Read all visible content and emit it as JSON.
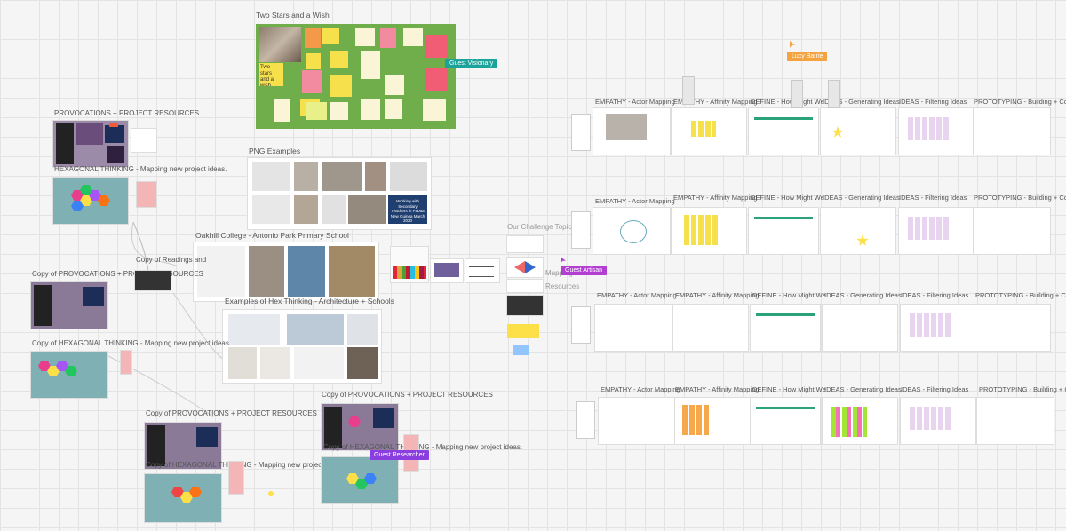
{
  "canvas": {
    "two_stars": {
      "title": "Two Stars and a Wish",
      "caption": "Two stars and a wish"
    },
    "png_examples": {
      "title": "PNG Examples",
      "caption": "Working with Secondary Teachers in Papua New Guinea March 2020"
    },
    "oakhill": {
      "title": "Oakhill College - Antonio Park Primary School"
    },
    "hex_thinking": {
      "title": "Examples of Hex Thinking - Architecture + Schools"
    },
    "left": {
      "provocations": "PROVOCATIONS + PROJECT RESOURCES",
      "hexagonal": "HEXAGONAL THINKING - Mapping new project ideas.",
      "copy_provocations_1": "Copy of PROVOCATIONS + PROJECT RESOURCES",
      "copy_hexagonal_1": "Copy of HEXAGONAL THINKING - Mapping new project ideas.",
      "copy_readings": "Copy of Readings and",
      "copy_provocations_2": "Copy of PROVOCATIONS + PROJECT RESOURCES",
      "copy_hexagonal_2": "Copy of HEXAGONAL THINKING - Mapping new project ideas.",
      "copy_provocations_3": "Copy of PROVOCATIONS + PROJECT RESOURCES",
      "copy_hexagonal_3": "Copy of HEXAGONAL THINKING - Mapping new project ideas."
    },
    "middle": {
      "challenge_topics": "Our Challenge Topics",
      "mapping_process": "Mapping Process",
      "resources": "Resources"
    },
    "rows": [
      {
        "empathy": "EMPATHY - Actor Mapping",
        "affinity": "EMPATHY - Affinity Mapping",
        "define": "DEFINE - How Might We",
        "ideas": "IDEAS - Generating Ideas",
        "filter": "IDEAS - Filtering Ideas",
        "proto": "PROTOTYPING - Building + Comm"
      },
      {
        "empathy": "EMPATHY - Actor Mapping",
        "affinity": "EMPATHY - Affinity Mapping",
        "define": "DEFINE - How Might We",
        "ideas": "IDEAS - Generating Ideas",
        "filter": "IDEAS - Filtering Ideas",
        "proto": "PROTOTYPING - Building + Comm"
      },
      {
        "empathy": "EMPATHY - Actor Mapping",
        "affinity": "EMPATHY - Affinity Mapping",
        "define": "DEFINE - How Might We",
        "ideas": "IDEAS - Generating Ideas",
        "filter": "IDEAS - Filtering Ideas",
        "proto": "PROTOTYPING - Building + Comm"
      },
      {
        "empathy": "EMPATHY - Actor Mapping",
        "affinity": "EMPATHY - Affinity Mapping",
        "define": "DEFINE - How Might We",
        "ideas": "IDEAS - Generating Ideas",
        "filter": "IDEAS - Filtering Ideas",
        "proto": "PROTOTYPING - Building + Comm"
      }
    ]
  },
  "cursors": {
    "guest_visionary": "Guest Visionary",
    "lucy_barrie": "Lucy Barrie",
    "guest_artisan": "Guest Artisan",
    "guest_researcher": "Guest Researcher"
  },
  "colors": {
    "visionary": "#1aa39a",
    "lucy": "#f4a340",
    "artisan": "#b23fd1",
    "researcher": "#8a3ee0",
    "board_green": "#6fae4a"
  }
}
